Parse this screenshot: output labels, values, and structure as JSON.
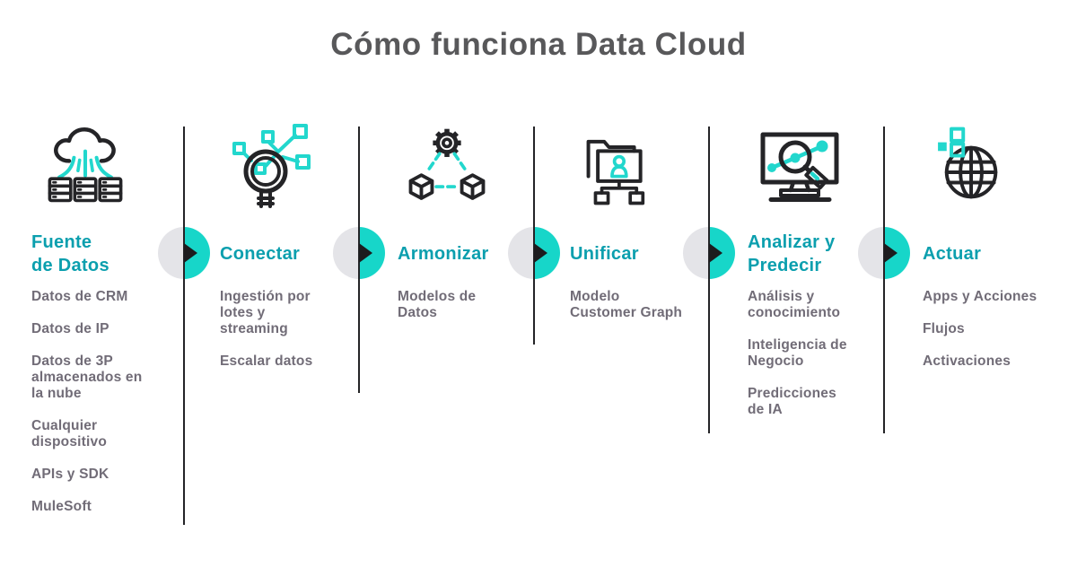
{
  "title": "Cómo funciona Data Cloud",
  "colors": {
    "heading_teal": "#0b9fae",
    "icon_teal": "#22d7cd",
    "circle_teal": "#17d6c9",
    "circle_gray": "#e4e4e8",
    "item_gray": "#716c77",
    "title_gray": "#58585a",
    "line_dark": "#242427"
  },
  "columns": [
    {
      "id": "fuente-de-datos",
      "icon": "cloud-data-sources-icon",
      "title_lines": [
        "Fuente",
        "de Datos"
      ],
      "items": [
        [
          "Datos de CRM"
        ],
        [
          "Datos de IP"
        ],
        [
          "Datos de 3P",
          "almacenados en",
          "la nube"
        ],
        [
          "Cualquier",
          "dispositivo"
        ],
        [
          "APIs y SDK"
        ],
        [
          "MuleSoft"
        ]
      ]
    },
    {
      "id": "conectar",
      "icon": "connect-network-magnifier-icon",
      "title_lines": [
        "Conectar"
      ],
      "items": [
        [
          "Ingestión por",
          "lotes y",
          "streaming"
        ],
        [
          "Escalar datos"
        ]
      ]
    },
    {
      "id": "armonizar",
      "icon": "harmonize-gear-cubes-icon",
      "title_lines": [
        "Armonizar"
      ],
      "items": [
        [
          "Modelos de",
          "Datos"
        ]
      ]
    },
    {
      "id": "unificar",
      "icon": "unify-folder-profile-icon",
      "title_lines": [
        "Unificar"
      ],
      "items": [
        [
          "Modelo",
          "Customer Graph"
        ]
      ]
    },
    {
      "id": "analizar-y-predecir",
      "icon": "analyze-monitor-chart-icon",
      "title_lines": [
        "Analizar y",
        "Predecir"
      ],
      "items": [
        [
          "Análisis y",
          "conocimiento"
        ],
        [
          "Inteligencia de",
          "Negocio"
        ],
        [
          "Predicciones",
          "de IA"
        ]
      ]
    },
    {
      "id": "actuar",
      "icon": "act-globe-icon",
      "title_lines": [
        "Actuar"
      ],
      "items": [
        [
          "Apps y Acciones"
        ],
        [
          "Flujos"
        ],
        [
          "Activaciones"
        ]
      ]
    }
  ]
}
